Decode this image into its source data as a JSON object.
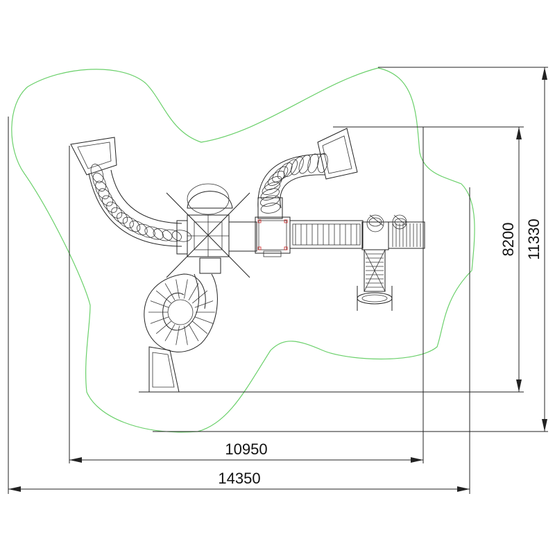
{
  "dimensions": {
    "inner_width": "10950",
    "outer_width": "14350",
    "inner_height": "8200",
    "outer_height": "11330"
  },
  "colors": {
    "safety_zone": "#6ad06a",
    "lines": "#222222",
    "background": "#ffffff"
  }
}
